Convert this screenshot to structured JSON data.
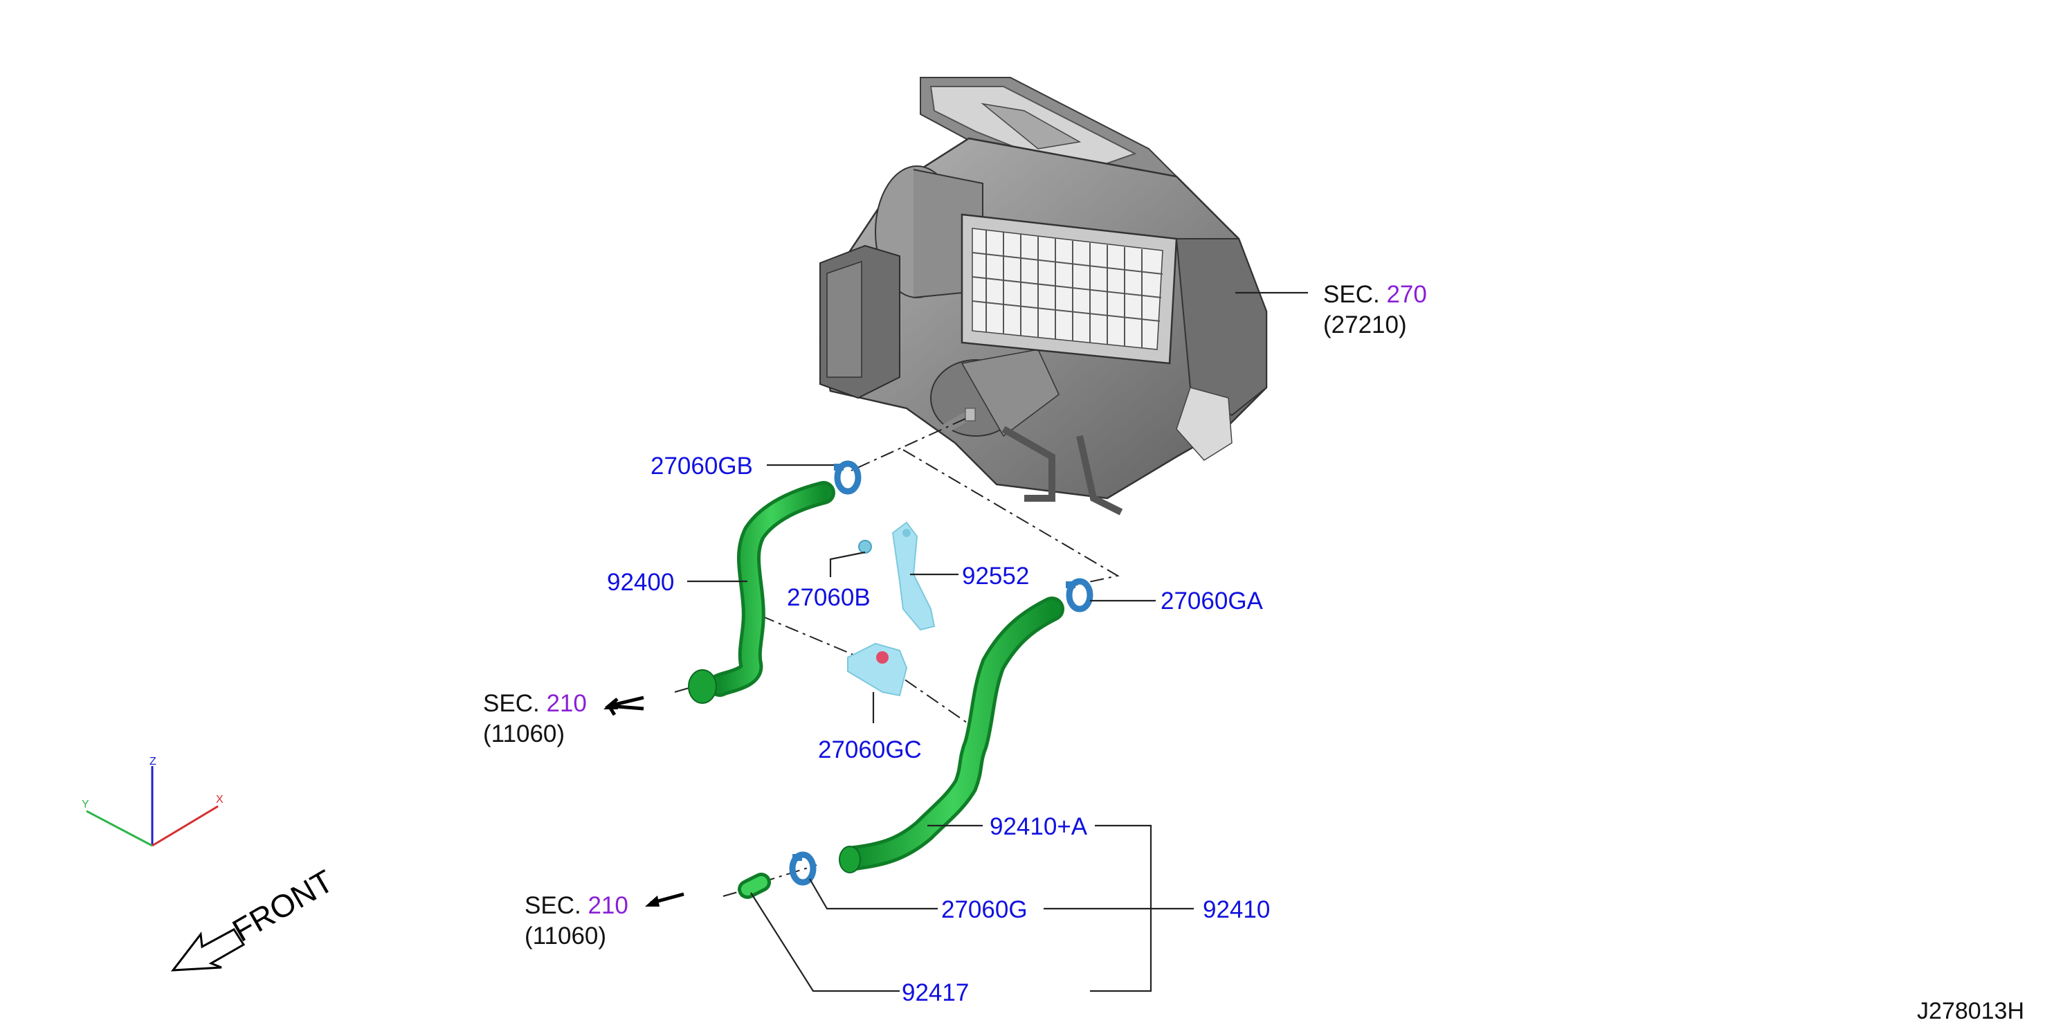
{
  "diagram_id": "J278013H",
  "front_label": "FRONT",
  "axes": {
    "x": "X",
    "y": "Y",
    "z": "Z"
  },
  "sections": [
    {
      "prefix": "SEC.",
      "number": "270",
      "ref": "(27210)"
    },
    {
      "prefix": "SEC.",
      "number": "210",
      "ref": "(11060)"
    },
    {
      "prefix": "SEC.",
      "number": "210",
      "ref": "(11060)"
    }
  ],
  "parts": [
    {
      "number": "27060GB"
    },
    {
      "number": "92400"
    },
    {
      "number": "27060B"
    },
    {
      "number": "92552"
    },
    {
      "number": "27060GA"
    },
    {
      "number": "27060GC"
    },
    {
      "number": "92410+A"
    },
    {
      "number": "27060G"
    },
    {
      "number": "92410"
    },
    {
      "number": "92417"
    }
  ],
  "colors": {
    "part_number": "#1010e0",
    "section_number": "#8a1fd6",
    "hose": "#1fb33c",
    "clamp": "#2f7fc2",
    "bracket": "#9fdcec",
    "housing": "#7d7d7d"
  }
}
